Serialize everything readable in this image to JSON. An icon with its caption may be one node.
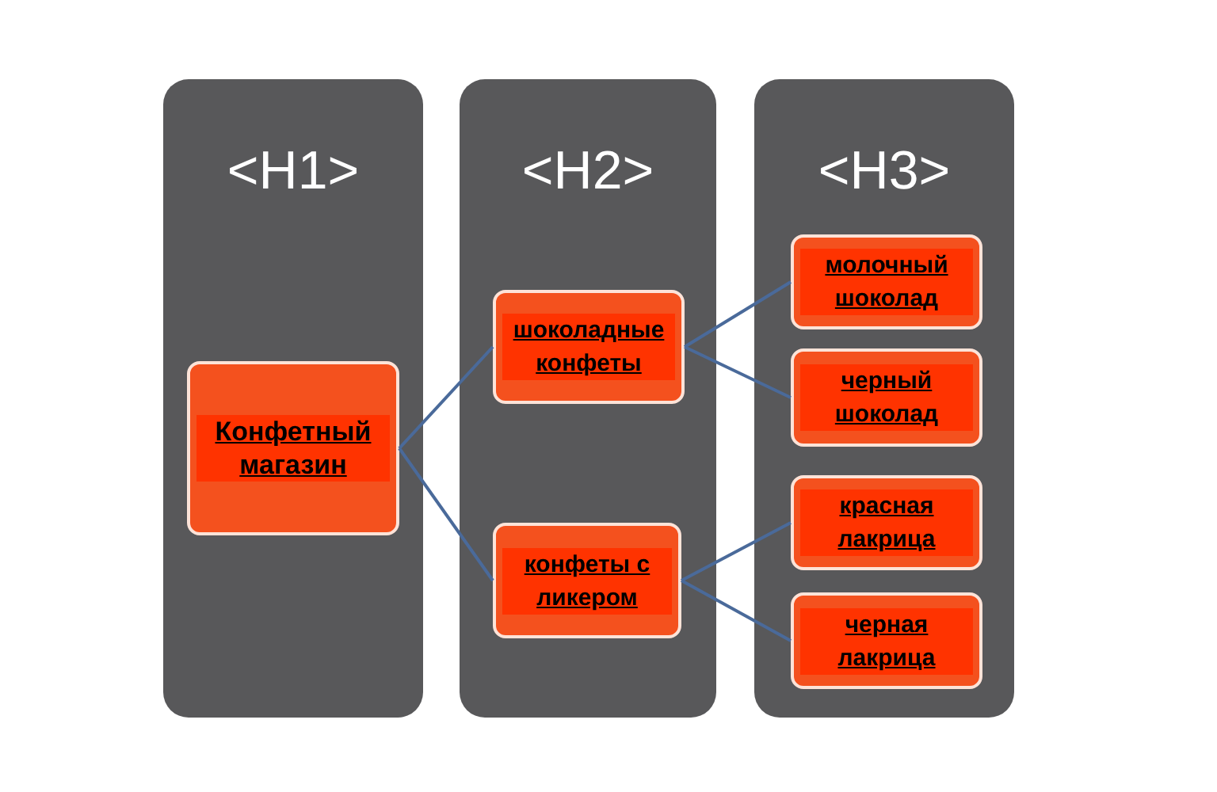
{
  "diagram": {
    "nodes": [
      {
        "text": [
          "<H1>"
        ]
      },
      {
        "text": [
          "<H2>"
        ]
      },
      {
        "text": [
          "<H3>"
        ]
      },
      {
        "text": [
          "Конфетный магазин"
        ],
        "in": 0
      },
      {
        "text": [
          "шоколадные конфеты"
        ],
        "in": 1
      },
      {
        "text": [
          "конфеты с ликером"
        ],
        "in": 1
      },
      {
        "text": [
          "молочный шоколад"
        ],
        "in": 2
      },
      {
        "text": [
          "черный шоколад"
        ],
        "in": 2
      },
      {
        "text": [
          "красная лакрица"
        ],
        "in": 2
      },
      {
        "text": [
          "черная лакрица"
        ],
        "in": 2
      }
    ],
    "edges": [
      {
        "from": 3,
        "to": 4,
        "arrow": "none"
      },
      {
        "from": 3,
        "to": 5,
        "arrow": "none"
      },
      {
        "from": 4,
        "to": 6,
        "arrow": "none"
      },
      {
        "from": 4,
        "to": 7,
        "arrow": "none"
      },
      {
        "from": 5,
        "to": 8,
        "arrow": "none"
      },
      {
        "from": 5,
        "to": 9,
        "arrow": "none"
      }
    ]
  }
}
